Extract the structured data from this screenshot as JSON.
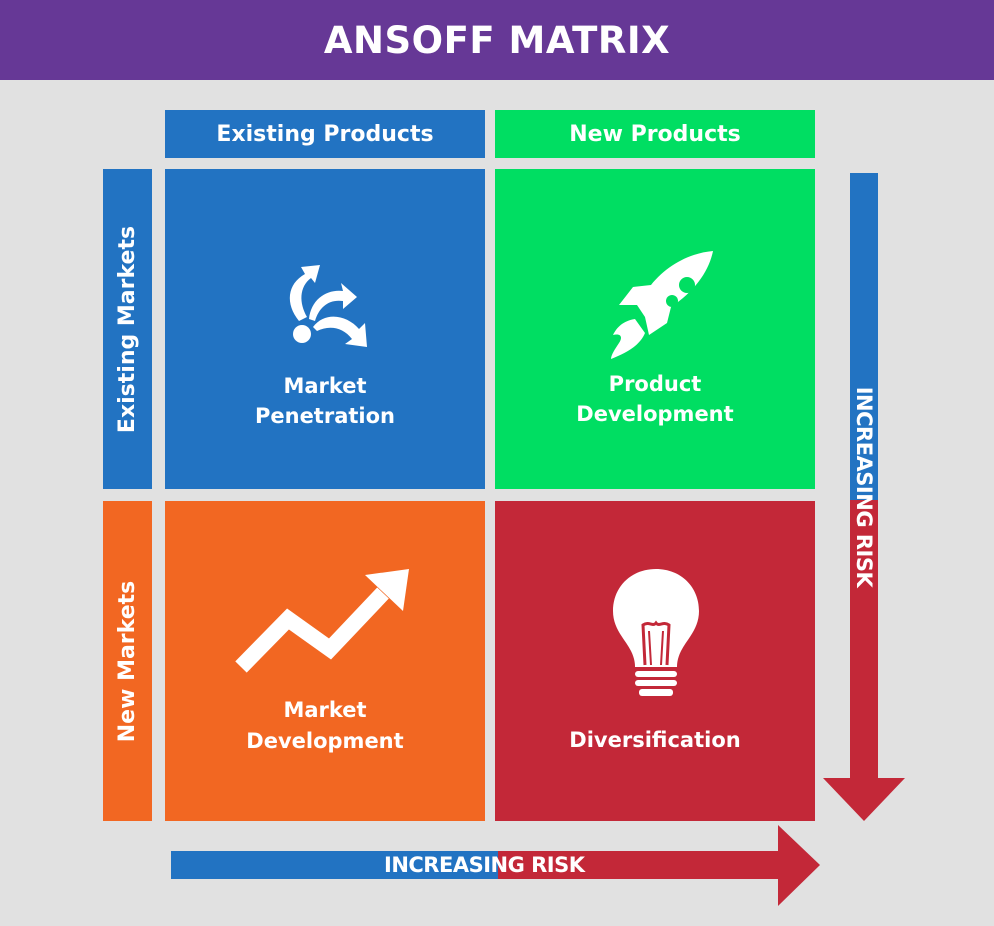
{
  "title": "ANSOFF MATRIX",
  "colors": {
    "title_bar": "#663896",
    "background": "#e1e1e1",
    "blue": "#2273c2",
    "green": "#00de62",
    "orange": "#f26722",
    "red": "#c32838",
    "text": "#ffffff"
  },
  "columns": [
    {
      "label": "Existing Products",
      "color": "#2273c2"
    },
    {
      "label": "New Products",
      "color": "#00de62"
    }
  ],
  "rows": [
    {
      "label": "Existing Markets",
      "color": "#2273c2"
    },
    {
      "label": "New Markets",
      "color": "#f26722"
    }
  ],
  "quadrants": [
    {
      "line1": "Market",
      "line2": "Penetration",
      "icon": "diverging-arrows-icon",
      "color": "#2273c2"
    },
    {
      "line1": "Product",
      "line2": "Development",
      "icon": "rocket-icon",
      "color": "#00de62"
    },
    {
      "line1": "Market",
      "line2": "Development",
      "icon": "trend-up-arrow-icon",
      "color": "#f26722"
    },
    {
      "line1": "Diversification",
      "line2": "",
      "icon": "lightbulb-icon",
      "color": "#c32838"
    }
  ],
  "risk_arrows": {
    "vertical_label": "INCREASING RISK",
    "horizontal_label": "INCREASING RISK"
  }
}
